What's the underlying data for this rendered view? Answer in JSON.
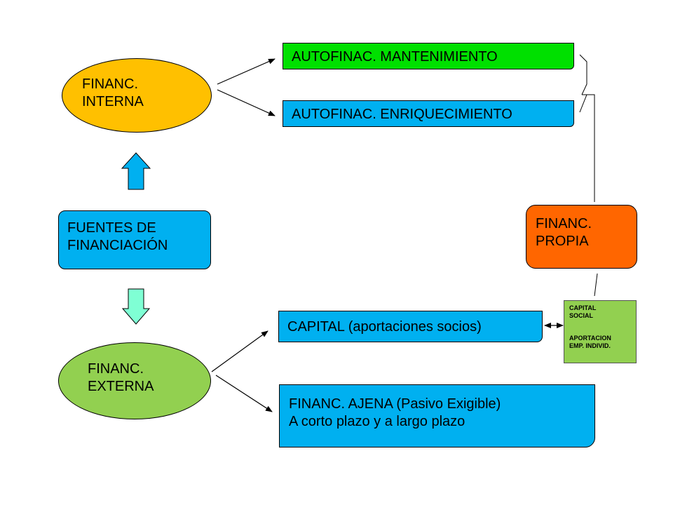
{
  "nodes": {
    "financ_interna": {
      "label": "FINANC.\nINTERNA",
      "color": "#FFC000"
    },
    "autofinac_mantenimiento": {
      "label": "AUTOFINAC. MANTENIMIENTO",
      "color": "#00E000"
    },
    "autofinac_enriquecimiento": {
      "label": "AUTOFINAC. ENRIQUECIMIENTO",
      "color": "#00B0F0"
    },
    "fuentes_financiacion": {
      "label": "FUENTES DE\nFINANCIACIÓN",
      "color": "#00B0F0"
    },
    "financ_propia": {
      "label": "FINANC.\nPROPIA",
      "color": "#FF6600"
    },
    "capital": {
      "label": "CAPITAL (aportaciones socios)",
      "color": "#00B0F0"
    },
    "capital_social_box": {
      "line1": "CAPITAL\nSOCIAL",
      "line2": "APORTACION\nEMP. INDIVID.",
      "color": "#92D050"
    },
    "financ_externa": {
      "label": "FINANC.\nEXTERNA",
      "color": "#92D050"
    },
    "financ_ajena": {
      "label": "FINANC. AJENA (Pasivo Exigible)\nA corto plazo y a largo plazo",
      "color": "#00B0F0"
    }
  },
  "arrows": {
    "up_color": "#00B0F0",
    "down_color": "#7FFFD4"
  }
}
